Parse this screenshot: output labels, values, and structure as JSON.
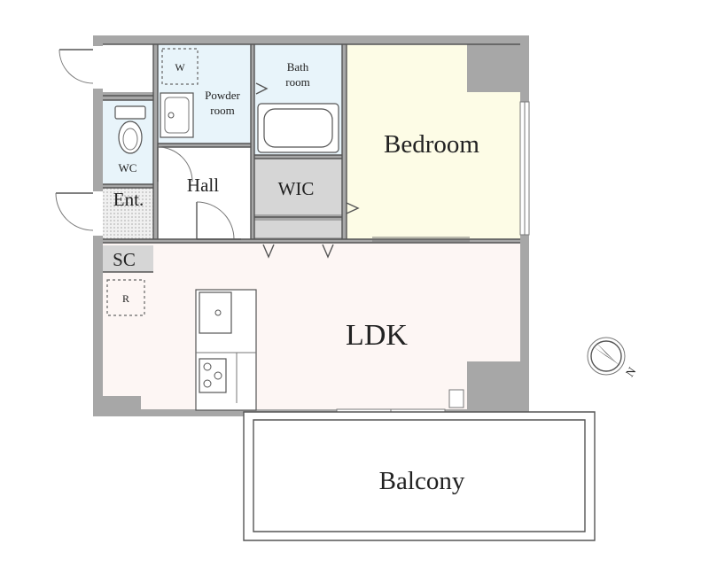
{
  "rooms": {
    "bedroom": "Bedroom",
    "ldk": "LDK",
    "balcony": "Balcony",
    "wic": "WIC",
    "hall": "Hall",
    "wc": "WC",
    "entrance": "Ent.",
    "shoe_closet": "SC",
    "bath_line1": "Bath",
    "bath_line2": "room",
    "powder_line1": "Powder",
    "powder_line2": "room"
  },
  "fixtures": {
    "washer": "W",
    "refrigerator": "R"
  },
  "compass": {
    "north_label": "N",
    "icon": "compass-icon"
  },
  "colors": {
    "wall": "#a7a7a7",
    "bedroom": "#fdfce6",
    "ldk": "#fdf6f4",
    "wet_area": "#e8f4fa",
    "storage": "#d6d6d6",
    "entrance_tile": "#e3e3e3"
  }
}
